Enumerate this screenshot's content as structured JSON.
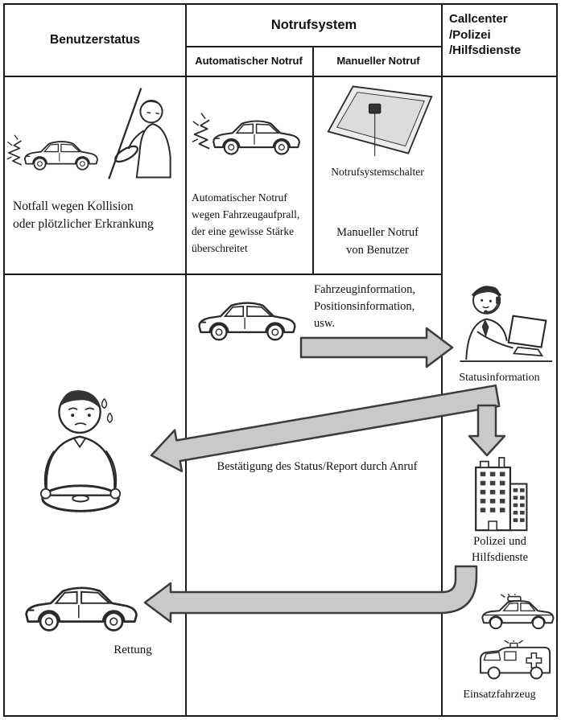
{
  "table": {
    "col_user": "Benutzerstatus",
    "col_system": "Notrufsystem",
    "col_auto": "Automatischer Notruf",
    "col_manual": "Manueller Notruf",
    "col_callcenter": "Callcenter\n/Polizei\n/Hilfsdienste"
  },
  "cells": {
    "user_emergency": "Notfall wegen Kollision\noder plötzlicher Erkrankung",
    "auto_call": "Automatischer Notruf\nwegen Fahrzeugaufprall,\nder eine gewisse Stärke\nüberschreitet",
    "switch_label": "Notrufsystemschalter",
    "manual_call": "Manueller Notruf\nvon Benutzer"
  },
  "flow": {
    "vehicle_info": "Fahrzeuginformation,\nPositionsinformation,\nusw.",
    "status_info": "Statusinformation",
    "status_confirmation": "Bestätigung des Status/Report durch Anruf",
    "police_services": "Polizei und\nHilfsdienste",
    "rescue": "Rettung",
    "emergency_vehicle": "Einsatzfahrzeug"
  },
  "colors": {
    "arrow_fill": "#c9c9c9",
    "arrow_stroke": "#3c3c3c",
    "line": "#1a1a1a"
  }
}
